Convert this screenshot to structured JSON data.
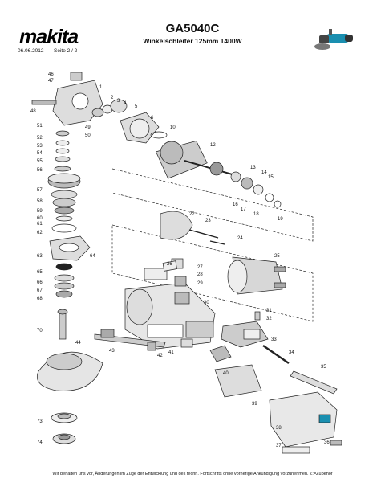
{
  "header": {
    "brand": "makita",
    "model": "GA5040C",
    "title": "Winkelschleifer 125mm 1400W",
    "date": "06.06.2012",
    "page": "Seite  2  / 2"
  },
  "callouts": [
    "1",
    "2",
    "3",
    "4",
    "5",
    "6",
    "10",
    "12",
    "13",
    "14",
    "15",
    "16",
    "17",
    "18",
    "19",
    "22",
    "23",
    "24",
    "25",
    "26",
    "27",
    "28",
    "29",
    "30",
    "31",
    "32",
    "33",
    "34",
    "35",
    "36",
    "37",
    "38",
    "39",
    "40",
    "41",
    "42",
    "43",
    "44",
    "46",
    "47",
    "48",
    "49",
    "50",
    "51",
    "52",
    "53",
    "54",
    "55",
    "56",
    "57",
    "58",
    "59",
    "60",
    "61",
    "62",
    "63",
    "64",
    "65",
    "66",
    "67",
    "68",
    "70",
    "73",
    "74"
  ],
  "footer": "Wir behalten uns vor, Änderungen im Zuge der Entwicklung und des techn. Fortschritts ohne vorherige Ankündigung vorzunehmen. Z:=Zubehör",
  "colors": {
    "ink": "#111111",
    "accent": "#1a8fb0"
  }
}
